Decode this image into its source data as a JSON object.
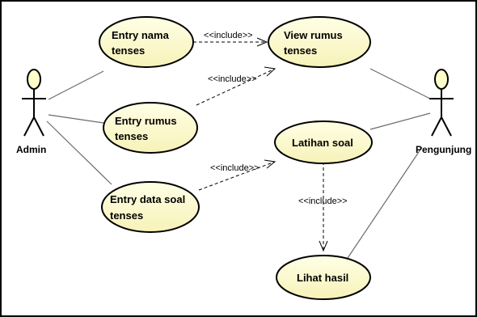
{
  "actors": {
    "admin": {
      "label": "Admin"
    },
    "visitor": {
      "label": "Pengunjung"
    }
  },
  "use_cases": {
    "entry_nama": [
      "Entry nama",
      "tenses"
    ],
    "view_rumus": [
      "View rumus",
      "tenses"
    ],
    "entry_rumus": [
      "Entry rumus",
      "tenses"
    ],
    "latihan": [
      "Latihan soal"
    ],
    "entry_soal": [
      "Entry data soal",
      "tenses"
    ],
    "lihat_hasil": [
      "Lihat hasil"
    ]
  },
  "include_label": "<<include>>",
  "colors": {
    "usecase_fill": "#ffffcc",
    "actor_fill": "#ffffcc",
    "border": "#000000",
    "frame": "#000000"
  }
}
